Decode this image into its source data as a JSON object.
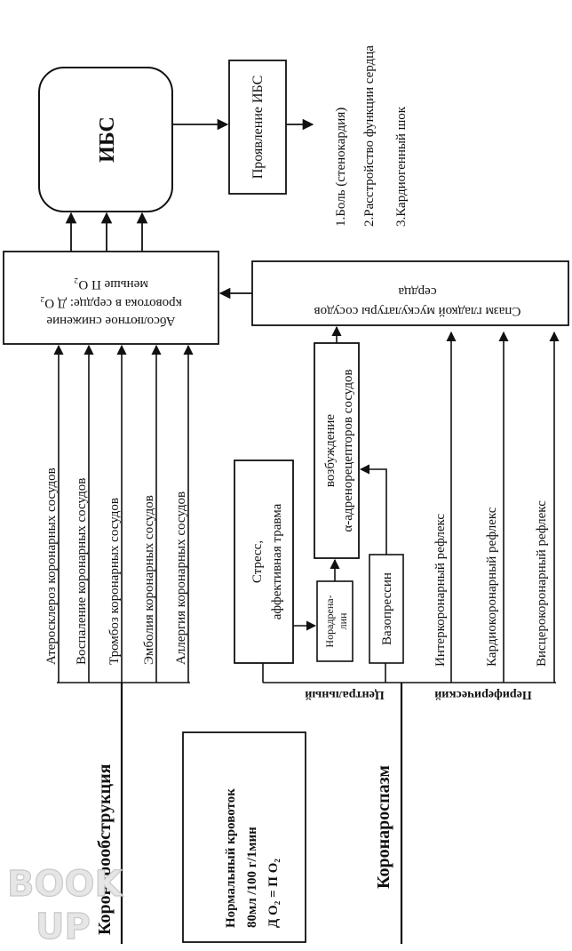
{
  "ibs": {
    "title": "ИБС",
    "manifestation": "Проявление ИБС"
  },
  "manifestations": [
    "1.Боль (стенокардия)",
    "2.Расстройство функции сердца",
    "3.Кардиогенный шок"
  ],
  "absolute": {
    "line1": "Абсолютное снижение",
    "line2": "кровотока в сердце: Д O₂",
    "line3": "меньше     П O₂"
  },
  "spasm": {
    "line1": "Спазм гладкой мускулатуры сосудов",
    "line2": "сердца"
  },
  "alpha": {
    "line1": "возбуждение",
    "line2": "α-адренорецепторов сосудов"
  },
  "obstruction": {
    "heading": "Коронарообструкция",
    "causes": [
      "Атеросклероз коронарных сосудов",
      "Воспаление коронарных сосудов",
      "Тромбоз коронарных сосудов",
      "Эмболия коронарных сосудов",
      "Аллергия коронарных сосудов"
    ]
  },
  "coronarospasm": {
    "heading": "Коронароспазм",
    "central": "Центральный",
    "peripheral": "Периферический",
    "stress": {
      "line1": "Стресс,",
      "line2": "аффективная травма"
    },
    "noradrenaline": {
      "line1": "Норадрена-",
      "line2": "лин"
    },
    "vasopressin": "Вазопрессин",
    "reflexes": [
      "Интеркоронарный рефлекс",
      "Кардиокоронарный рефлекс",
      "Висцерокоронарный рефлекс"
    ]
  },
  "normal": {
    "line1": "Нормальный кровоток",
    "line2": "80мл /100 г/1мин",
    "line3": "Д O₂  =  П O₂"
  },
  "watermark": {
    "top": "BOOK",
    "bottom": "UP"
  }
}
